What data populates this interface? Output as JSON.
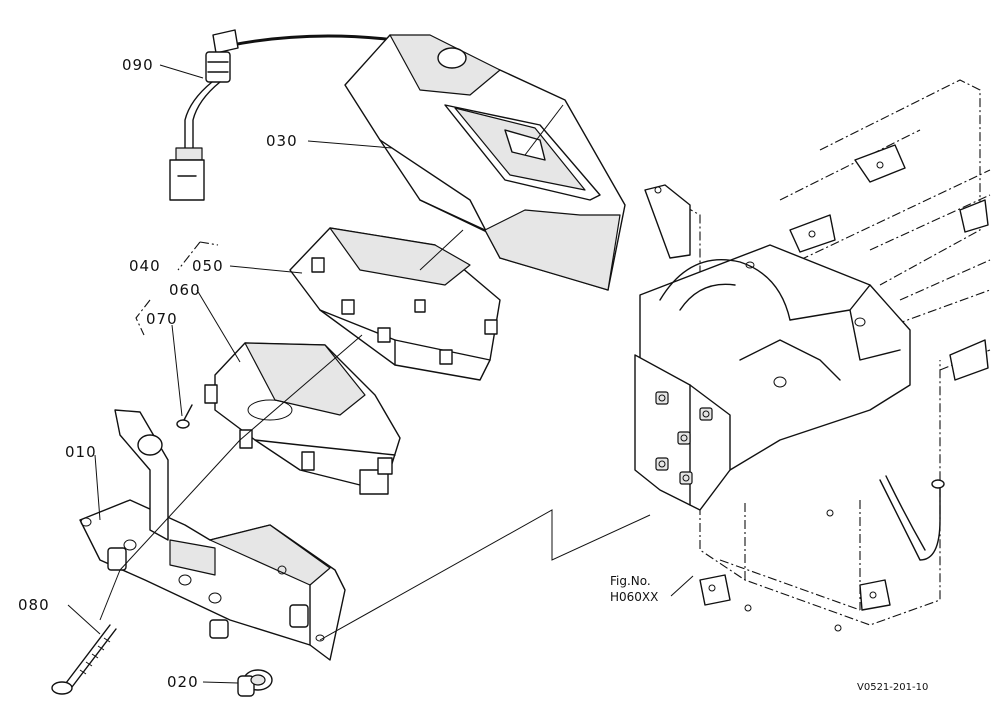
{
  "diagram": {
    "part_labels": {
      "p090": "090",
      "p030": "030",
      "p040": "040",
      "p050": "050",
      "p060": "060",
      "p070": "070",
      "p010": "010",
      "p080": "080",
      "p020": "020"
    },
    "figure_ref": {
      "line1": "Fig.No.",
      "line2": "H060XX"
    },
    "drawing_code": "V0521-201-10"
  }
}
